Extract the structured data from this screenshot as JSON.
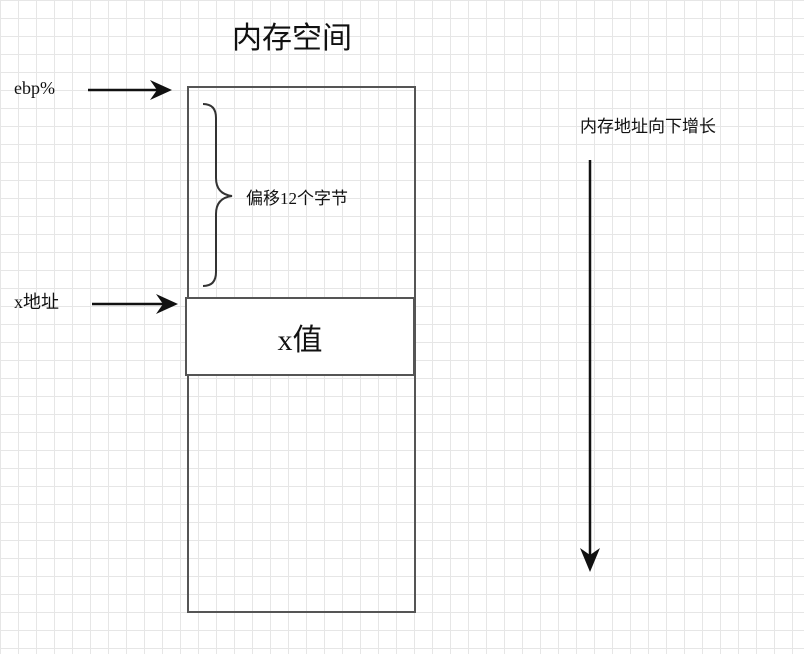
{
  "diagram": {
    "title": "内存空间",
    "ebp_label": "ebp%",
    "x_address_label": "x地址",
    "offset_label": "偏移12个字节",
    "x_value_label": "x值",
    "direction_label": "内存地址向下增长"
  },
  "colors": {
    "stroke": "#555555",
    "arrow": "#111111",
    "grid": "#e6e6e6"
  }
}
